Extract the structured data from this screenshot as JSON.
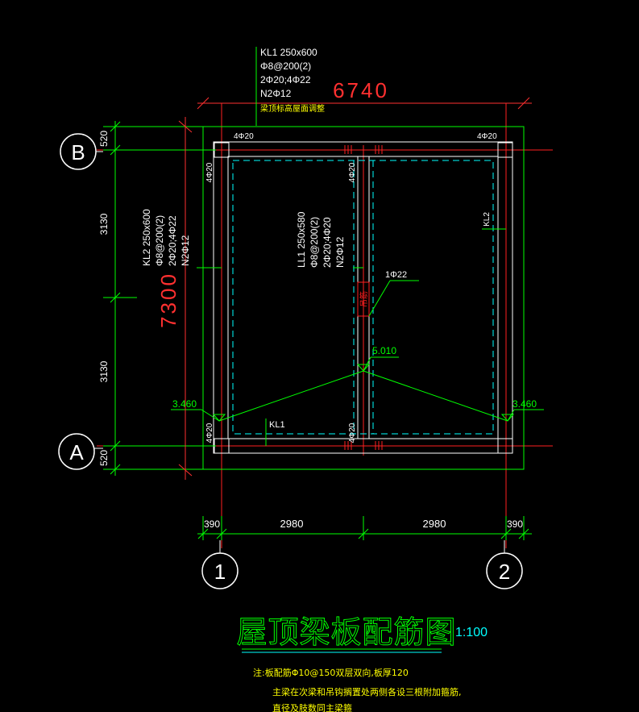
{
  "colors": {
    "background": "#000000",
    "grid_axis": "#ff2020",
    "beam": "#ffffff",
    "dimension": "#00ff00",
    "label": "#ffffff",
    "highlight": "#ffff00",
    "cyan": "#00ffff",
    "overall_dim": "#ff3030"
  },
  "axes": {
    "B": "B",
    "A": "A",
    "1": "1",
    "2": "2"
  },
  "overall": {
    "width": "6740",
    "height": "7300"
  },
  "dims_left": [
    "520",
    "3130",
    "3130",
    "520"
  ],
  "dims_bottom": [
    "390",
    "2980",
    "2980",
    "390"
  ],
  "kl1_top": {
    "line1": "KL1 250x600",
    "line2": "Φ8@200(2)",
    "line3": "2Φ20;4Φ22",
    "line4": "N2Φ12",
    "line5": "梁顶标高屋面调整"
  },
  "kl2_left": {
    "line1": "KL2 250x600",
    "line2": "Φ8@200(2)",
    "line3": "2Φ20;4Φ22",
    "line4": "N2Φ12"
  },
  "ll1_center": {
    "line1": "LL1 250x580",
    "line2": "Φ8@200(2)",
    "line3": "2Φ20;4Φ20",
    "line4": "N2Φ12"
  },
  "rebar_labels": {
    "top_left_corner": "4Φ20",
    "top_right_corner": "4Φ20",
    "left_top_vert": "4Φ20",
    "left_bottom_vert": "4Φ20",
    "mid_top_vert": "4Φ20",
    "mid_bottom_vert": "4Φ20",
    "hanger": "1Φ22",
    "hanger_tag": "吊筋"
  },
  "beam_tags": {
    "kl2_right": "KL2",
    "kl1_bottom": "KL1"
  },
  "elevations": {
    "ridge": "5.010",
    "left": "3.460",
    "right": "3.460"
  },
  "drawing_title": "屋顶梁板配筋图",
  "scale": "1:100",
  "notes": {
    "line1": "注:板配筋Φ10@150双层双向,板厚120",
    "line2": "主梁在次梁和吊钩搁置处两侧各设三根附加箍筋,",
    "line3": "直径及肢数同主梁箍"
  }
}
